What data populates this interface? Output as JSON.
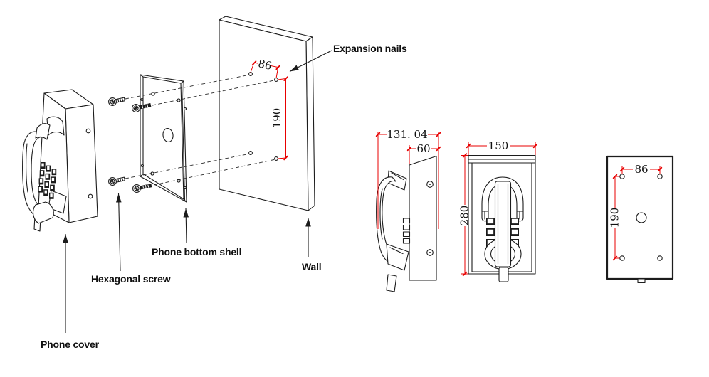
{
  "colors": {
    "line": "#1c1c1c",
    "dimension_red": "#e80000",
    "label_text": "#111111",
    "background": "#ffffff"
  },
  "exploded_view": {
    "label_phone_cover": "Phone cover",
    "label_hexagonal_screw": "Hexagonal screw",
    "label_phone_bottom_shell": "Phone bottom shell",
    "label_wall": "Wall",
    "label_expansion_nails": "Expansion nails",
    "wall_dim_hole_spacing_width": "86",
    "wall_dim_hole_spacing_height": "190"
  },
  "side_view": {
    "dim_total_depth": "131. 04",
    "dim_body_depth": "60"
  },
  "front_view": {
    "dim_width": "150",
    "dim_height": "280"
  },
  "back_view": {
    "dim_hole_spacing_width": "86",
    "dim_hole_spacing_height": "190"
  }
}
